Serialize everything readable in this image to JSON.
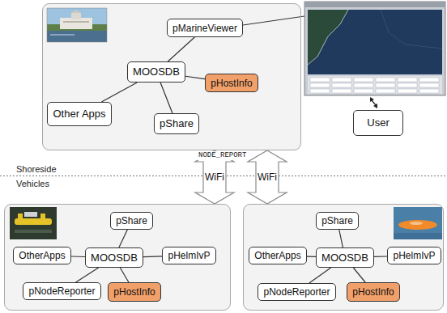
{
  "diagram": {
    "nodes": [
      {
        "text": []
      },
      {
        "text": [
          "pMarineViewer"
        ],
        "in": 0
      },
      {
        "text": [
          "MOOSDB"
        ],
        "in": 0
      },
      {
        "text": [
          "pHostInfo"
        ],
        "in": 0
      },
      {
        "text": [
          "Other Apps"
        ],
        "in": 0
      },
      {
        "text": [
          "pShare"
        ],
        "in": 0
      },
      {
        "text": [
          "User"
        ]
      },
      {
        "text": []
      },
      {
        "text": [
          "pShare"
        ],
        "in": 7
      },
      {
        "text": [
          "OtherApps"
        ],
        "in": 7
      },
      {
        "text": [
          "MOOSDB"
        ],
        "in": 7
      },
      {
        "text": [
          "pHelmIvP"
        ],
        "in": 7
      },
      {
        "text": [
          "pNodeReporter"
        ],
        "in": 7
      },
      {
        "text": [
          "pHostInfo"
        ],
        "in": 7
      },
      {
        "text": []
      },
      {
        "text": [
          "pShare"
        ],
        "in": 14
      },
      {
        "text": [
          "OtherApps"
        ],
        "in": 14
      },
      {
        "text": [
          "MOOSDB"
        ],
        "in": 14
      },
      {
        "text": [
          "pHelmIvP"
        ],
        "in": 14
      },
      {
        "text": [
          "pNodeReporter"
        ],
        "in": 14
      },
      {
        "text": [
          "pHostInfo"
        ],
        "in": 14
      }
    ],
    "edges": [
      {
        "from": 2,
        "to": 1,
        "arrow": "none"
      },
      {
        "from": 2,
        "to": 3,
        "arrow": "none"
      },
      {
        "from": 2,
        "to": 4,
        "arrow": "none"
      },
      {
        "from": 2,
        "to": 5,
        "arrow": "none"
      },
      {
        "from": 0,
        "to": 7,
        "label": "WiFi",
        "arrow": "both"
      },
      {
        "from": 0,
        "to": 14,
        "label": "WiFi",
        "arrow": "both"
      },
      {
        "from": 10,
        "to": 8,
        "arrow": "none"
      },
      {
        "from": 10,
        "to": 9,
        "arrow": "none"
      },
      {
        "from": 10,
        "to": 11,
        "arrow": "none"
      },
      {
        "from": 10,
        "to": 12,
        "arrow": "none"
      },
      {
        "from": 10,
        "to": 13,
        "arrow": "none"
      },
      {
        "from": 17,
        "to": 15,
        "arrow": "none"
      },
      {
        "from": 17,
        "to": 16,
        "arrow": "none"
      },
      {
        "from": 17,
        "to": 18,
        "arrow": "none"
      },
      {
        "from": 17,
        "to": 19,
        "arrow": "none"
      },
      {
        "from": 17,
        "to": 20,
        "arrow": "none"
      }
    ],
    "labels": [
      "NODE_REPORT",
      "Shoreside",
      "Vehicles"
    ]
  }
}
